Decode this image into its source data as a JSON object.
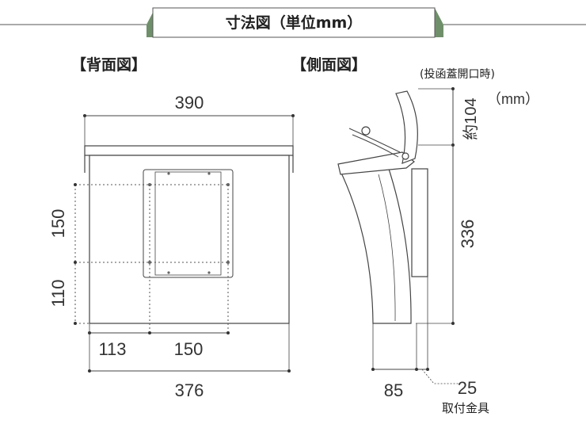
{
  "header": {
    "title": "寸法図（単位mm）"
  },
  "back_view": {
    "label": "【背面図】",
    "width_top": "390",
    "height_upper": "150",
    "height_lower": "110",
    "offset_left": "113",
    "offset_mount": "150",
    "width_bottom": "376"
  },
  "side_view": {
    "label": "【側面図】",
    "lid_open_note": "(投函蓋開口時)",
    "lid_open_value": "約104",
    "lid_open_unit": "（mm）",
    "height": "336",
    "depth": "85",
    "bracket_depth": "25",
    "bracket_label": "取付金具"
  },
  "colors": {
    "accent": "#6f8f6a",
    "header_bg": "#ffffff",
    "line": "#444444"
  }
}
